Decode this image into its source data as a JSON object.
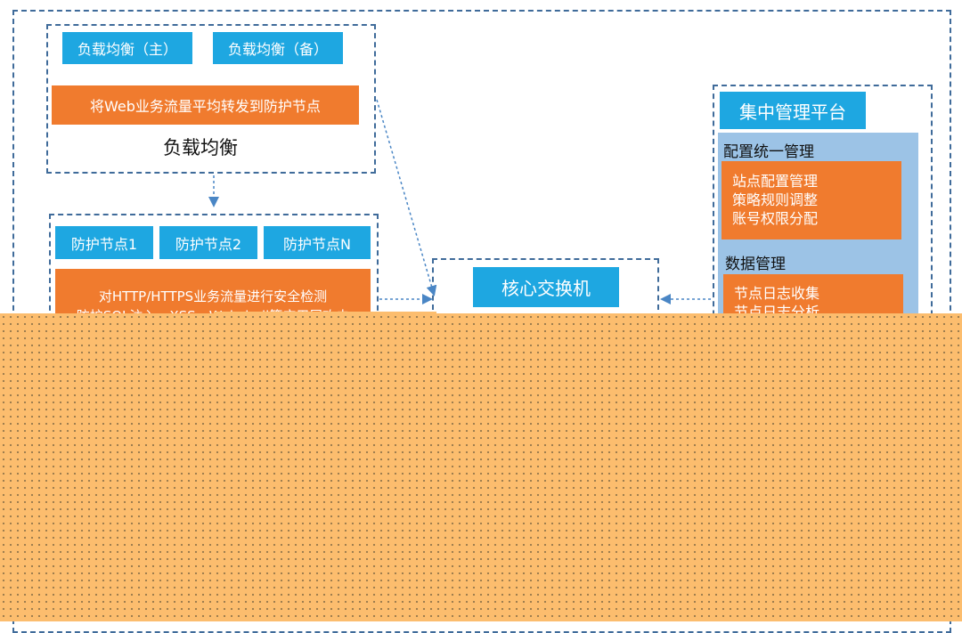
{
  "load_balance": {
    "primary": "负载均衡（主）",
    "backup": "负载均衡（备）",
    "desc": "将Web业务流量平均转发到防护节点",
    "caption": "负载均衡"
  },
  "protection": {
    "nodes": [
      "防护节点1",
      "防护节点2",
      "防护节点N"
    ],
    "desc_lines": [
      "对HTTP/HTTPS业务流量进行安全检测",
      "防护SQL注入、XSS、Webshell等应用层攻击"
    ]
  },
  "core_switch": {
    "label": "核心交换机"
  },
  "management": {
    "title": "集中管理平台",
    "config_title": "配置统一管理",
    "config_items": [
      "站点配置管理",
      "策略规则调整",
      "账号权限分配"
    ],
    "data_title": "数据管理",
    "data_items": [
      "节点日志收集",
      "节点日志分析"
    ]
  },
  "colors": {
    "tag_blue": "#1ea7e1",
    "orange": "#f07b2e",
    "panel_blue": "#9cc3e6",
    "dash_border": "#3f6b9a"
  }
}
